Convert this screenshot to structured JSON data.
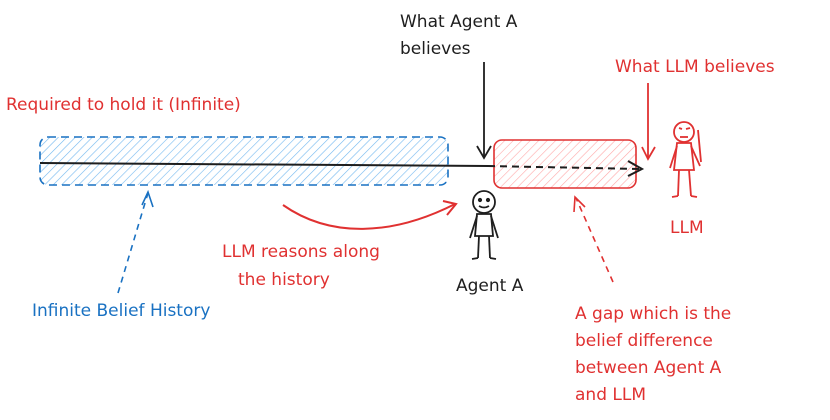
{
  "labels": {
    "what_agent_a_believes": [
      "What Agent A",
      "believes"
    ],
    "what_llm_believes": "What LLM believes",
    "required_to_hold": "Required to hold it (Infinite)",
    "llm_reasons": [
      "LLM reasons along",
      "the history"
    ],
    "infinite_belief_history": "Infinite Belief History",
    "agent_a": "Agent A",
    "llm": "LLM",
    "gap_note": [
      "A gap which is the",
      "belief difference",
      "between Agent A",
      "and LLM"
    ]
  },
  "colors": {
    "ink": "#1e1e1e",
    "red": "#e03131",
    "red_fill": "#ffc9c9",
    "blue": "#1971c2",
    "blue_fill": "#a5d8ff"
  },
  "icons": {
    "agent": "stick-figure-icon",
    "llm": "stick-figure-icon"
  }
}
